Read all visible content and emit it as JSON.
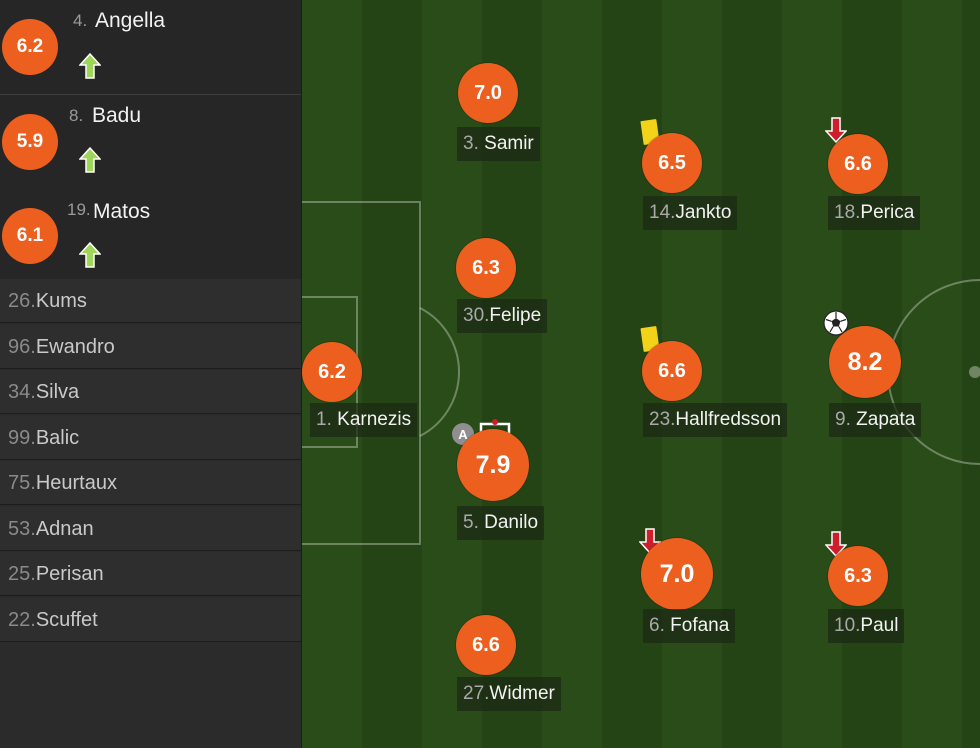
{
  "colors": {
    "rating_orange": "#ec5f1e",
    "sub_in_arrow": "#9fd65a",
    "sub_out_arrow": "#cc1f2b",
    "yellow_card": "#f2d31a"
  },
  "substitutes_used": [
    {
      "number": "4.",
      "name": "Angella",
      "rating": "6.2",
      "icon": "sub-in-arrow-icon"
    },
    {
      "number": "8.",
      "name": "Badu",
      "rating": "5.9",
      "icon": "sub-in-arrow-icon"
    },
    {
      "number": "19.",
      "name": "Matos",
      "rating": "6.1",
      "icon": "sub-in-arrow-icon"
    }
  ],
  "bench": [
    {
      "number": "26.",
      "name": "Kums"
    },
    {
      "number": "96.",
      "name": "Ewandro"
    },
    {
      "number": "34.",
      "name": "Silva"
    },
    {
      "number": "99.",
      "name": "Balic"
    },
    {
      "number": "75.",
      "name": "Heurtaux"
    },
    {
      "number": "53.",
      "name": "Adnan"
    },
    {
      "number": "25.",
      "name": "Perisan"
    },
    {
      "number": "22.",
      "name": "Scuffet"
    }
  ],
  "lineup": {
    "karnezis": {
      "number": "1.",
      "name": "Karnezis",
      "rating": "6.2"
    },
    "samir": {
      "number": "3.",
      "name": "Samir",
      "rating": "7.0"
    },
    "felipe": {
      "number": "30.",
      "name": "Felipe",
      "rating": "6.3"
    },
    "danilo": {
      "number": "5.",
      "name": "Danilo",
      "rating": "7.9",
      "captain": "A"
    },
    "widmer": {
      "number": "27.",
      "name": "Widmer",
      "rating": "6.6"
    },
    "jankto": {
      "number": "14.",
      "name": "Jankto",
      "rating": "6.5"
    },
    "hallfredsson": {
      "number": "23.",
      "name": "Hallfredsson",
      "rating": "6.6"
    },
    "fofana": {
      "number": "6.",
      "name": "Fofana",
      "rating": "7.0"
    },
    "perica": {
      "number": "18.",
      "name": "Perica",
      "rating": "6.6"
    },
    "zapata": {
      "number": "9.",
      "name": "Zapata",
      "rating": "8.2"
    },
    "paul": {
      "number": "10.",
      "name": "Paul",
      "rating": "6.3"
    }
  }
}
